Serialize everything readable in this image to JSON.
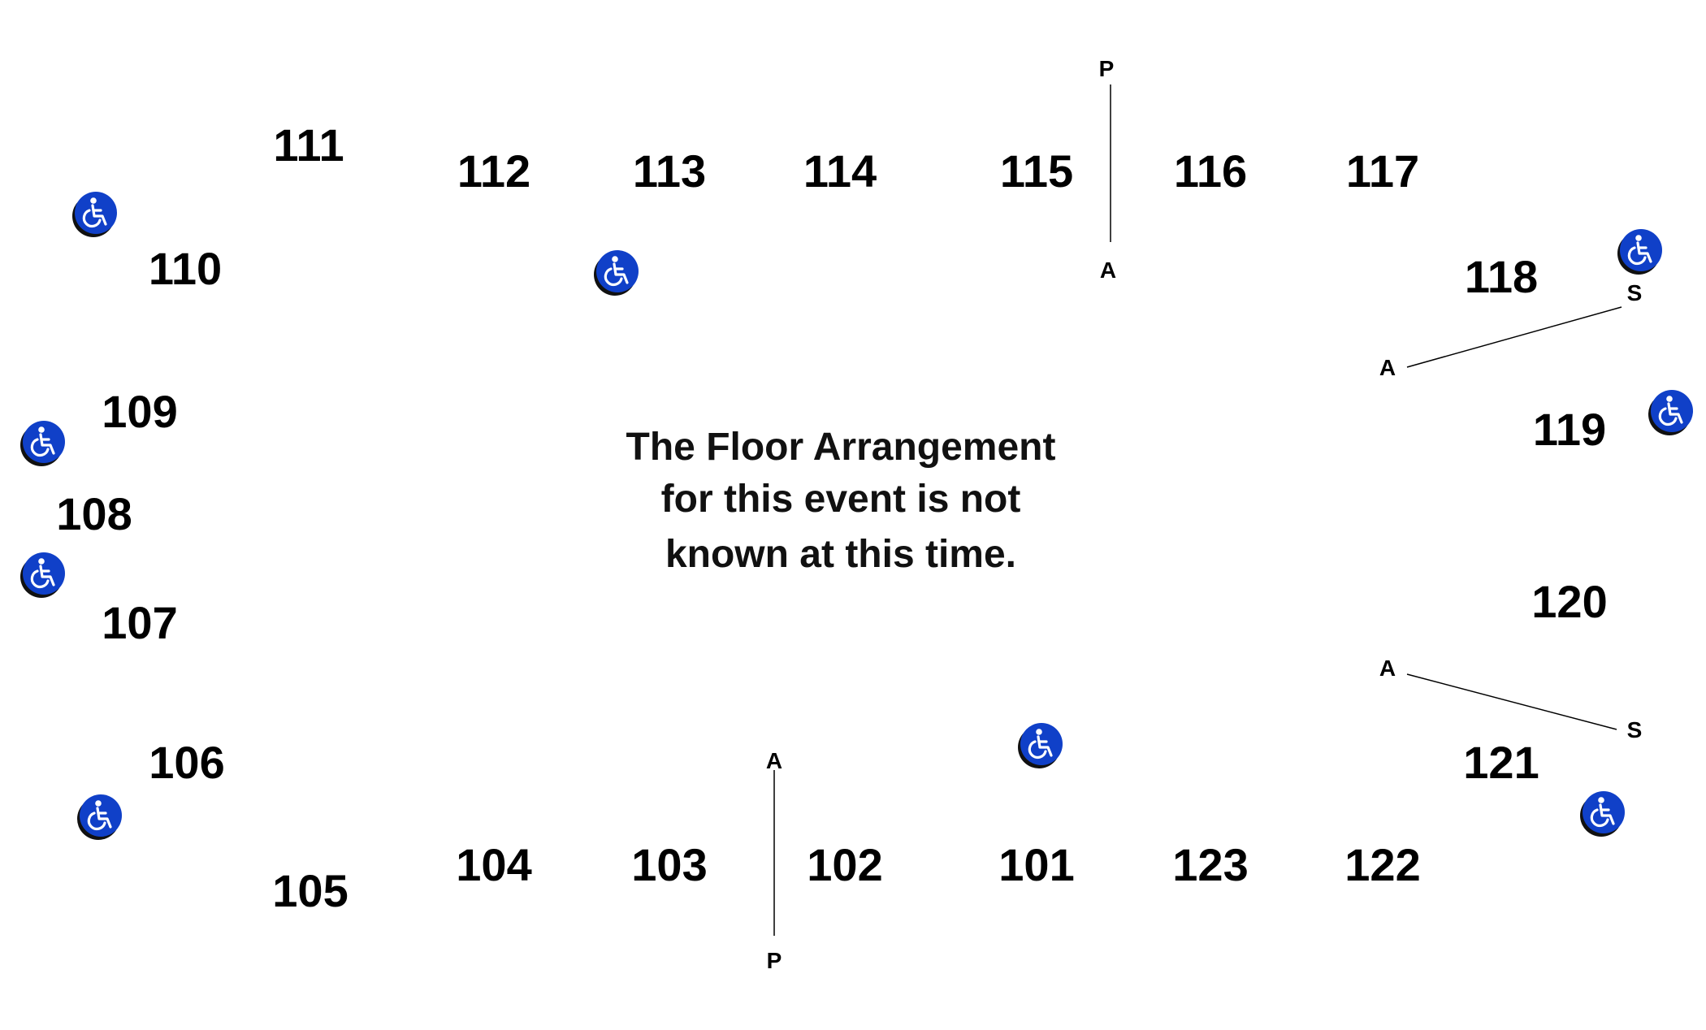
{
  "notice": {
    "lines": [
      "The Floor Arrangement",
      "for this event is not",
      "known at this time."
    ]
  },
  "sections": [
    "111",
    "112",
    "113",
    "114",
    "115",
    "116",
    "117",
    "110",
    "118",
    "109",
    "119",
    "108",
    "107",
    "120",
    "106",
    "121",
    "105",
    "104",
    "103",
    "102",
    "101",
    "123",
    "122"
  ],
  "aisle_letters": [
    "P",
    "A",
    "S",
    "A",
    "A",
    "S",
    "A",
    "P"
  ],
  "icons": {
    "accessible": "wheelchair-accessible-icon"
  },
  "colors": {
    "accessible_blue": "#1040c8",
    "label": "#000000",
    "background": "#ffffff"
  }
}
